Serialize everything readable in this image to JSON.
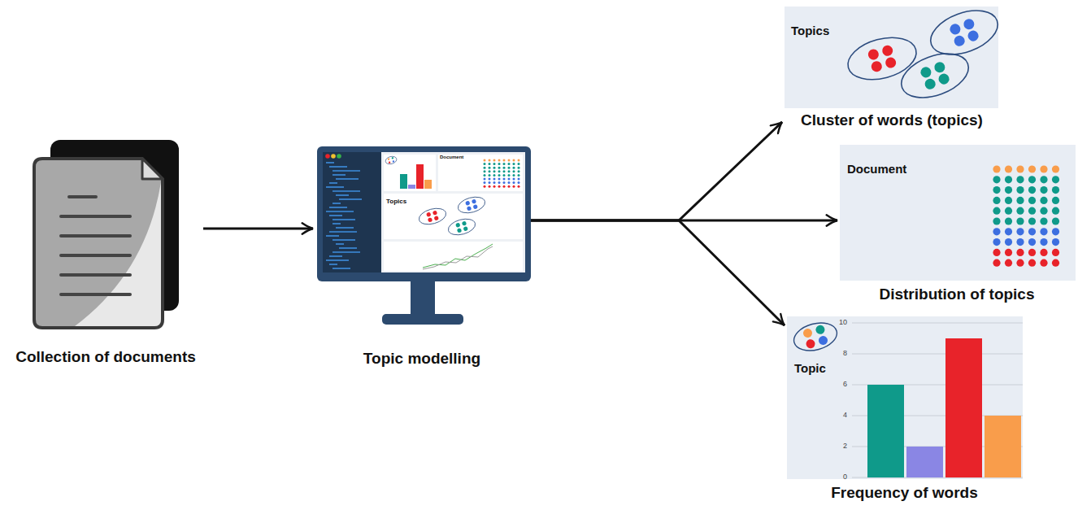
{
  "diagram": {
    "nodes": [
      {
        "text": [
          "Collection of documents"
        ]
      },
      {
        "text": [
          "Topic modelling"
        ]
      },
      {
        "text": [
          "Topics",
          "Cluster of words (topics)"
        ]
      },
      {
        "text": [
          "Document",
          "Distribution of topics"
        ]
      },
      {
        "text": [
          "Topic",
          "Frequency of words"
        ]
      }
    ],
    "edges": [
      {
        "from": 0,
        "to": 1,
        "arrow": "to"
      },
      {
        "from": 1,
        "to": 2,
        "arrow": "to"
      },
      {
        "from": 1,
        "to": 3,
        "arrow": "to"
      },
      {
        "from": 1,
        "to": 4,
        "arrow": "to"
      }
    ],
    "labels": [
      "Topics",
      "Document",
      "0",
      "2",
      "4",
      "6",
      "8",
      "10"
    ]
  }
}
